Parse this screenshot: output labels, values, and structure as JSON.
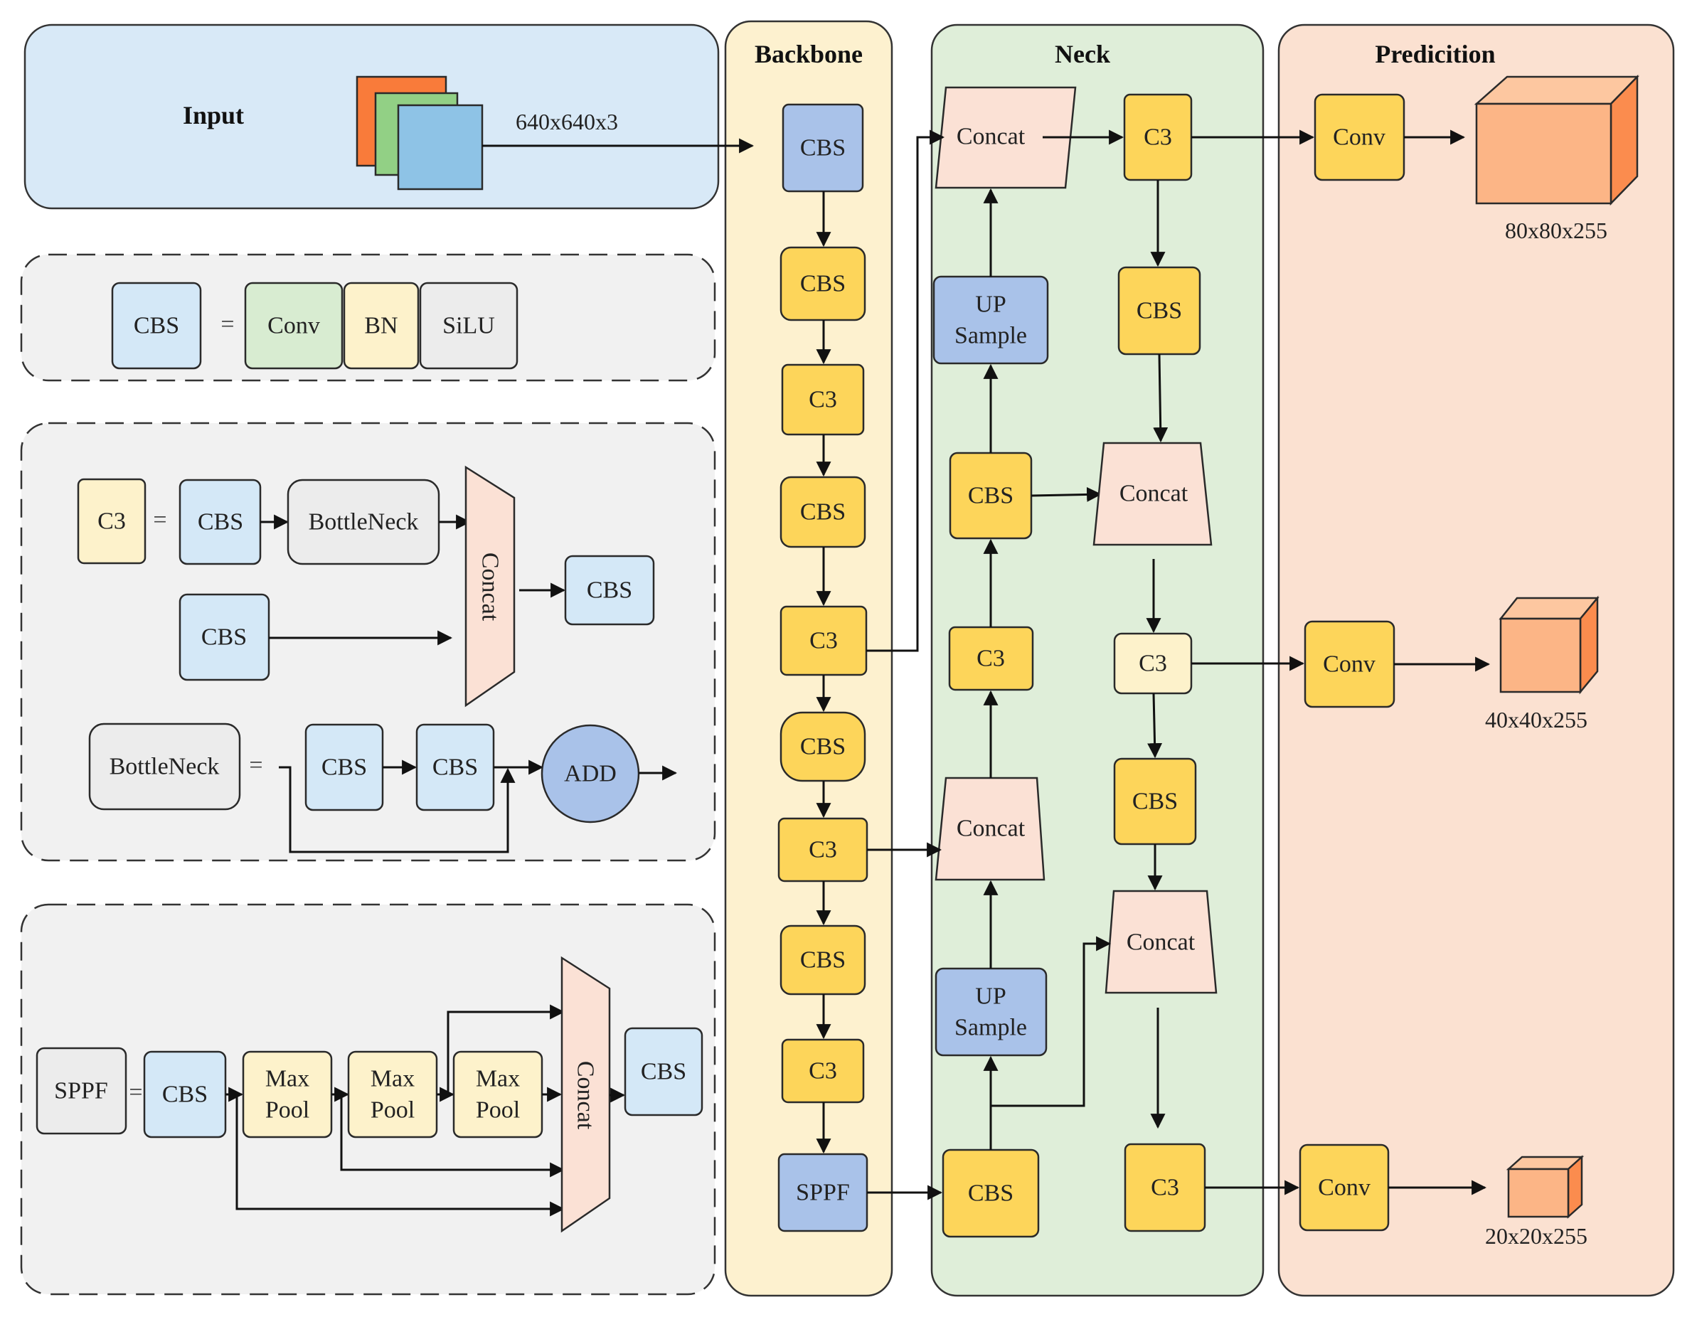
{
  "colors": {
    "input_panel": "#d8e9f7",
    "backbone_panel": "#fdf1cf",
    "neck_panel": "#dfeed9",
    "prediction_panel": "#fbe1d1",
    "legend_panel": "#f1f1f1",
    "yellow_block": "#fdd55a",
    "blue_block": "#a9c2e9",
    "light_blue": "#d4e8f7",
    "light_yellow": "#fdf2cb",
    "light_green": "#d8ecd1",
    "light_gray": "#ececec",
    "concat": "#fbe1d5",
    "cube": "#fcb586"
  },
  "sections": {
    "input": "Input",
    "backbone": "Backbone",
    "neck": "Neck",
    "prediction": "Predicition"
  },
  "input": {
    "dims": "640x640x3"
  },
  "legend_cbs": {
    "cbs": "CBS",
    "eq": "=",
    "conv": "Conv",
    "bn": "BN",
    "silu": "SiLU"
  },
  "legend_c3": {
    "c3": "C3",
    "eq": "=",
    "cbs_a": "CBS",
    "bottleneck": "BottleNeck",
    "cbs_b": "CBS",
    "concat": "Concat",
    "cbs_out": "CBS"
  },
  "legend_bottleneck": {
    "bottleneck": "BottleNeck",
    "eq": "=",
    "cbs_a": "CBS",
    "cbs_b": "CBS",
    "add": "ADD"
  },
  "legend_sppf": {
    "sppf": "SPPF",
    "eq": "=",
    "cbs_in": "CBS",
    "maxpool_1a": "Max",
    "maxpool_1b": "Pool",
    "maxpool_2a": "Max",
    "maxpool_2b": "Pool",
    "maxpool_3a": "Max",
    "maxpool_3b": "Pool",
    "concat": "Concat",
    "cbs_out": "CBS"
  },
  "backbone": {
    "b1": "CBS",
    "b2": "CBS",
    "b3": "C3",
    "b4": "CBS",
    "b5": "C3",
    "b6": "CBS",
    "b7": "C3",
    "b8": "CBS",
    "b9": "C3",
    "b10": "SPPF"
  },
  "neck": {
    "concat_top": "Concat",
    "c3_top": "C3",
    "upsample_1a": "UP",
    "upsample_1b": "Sample",
    "cbs_right_1": "CBS",
    "cbs_left_1": "CBS",
    "concat_mid": "Concat",
    "c3_left": "C3",
    "c3_mid": "C3",
    "concat_low": "Concat",
    "cbs_right_2": "CBS",
    "concat_bottom": "Concat",
    "upsample_2a": "UP",
    "upsample_2b": "Sample",
    "cbs_bottom": "CBS",
    "c3_bottom": "C3"
  },
  "prediction": {
    "conv_1": "Conv",
    "dims_1": "80x80x255",
    "conv_2": "Conv",
    "dims_2": "40x40x255",
    "conv_3": "Conv",
    "dims_3": "20x20x255"
  }
}
